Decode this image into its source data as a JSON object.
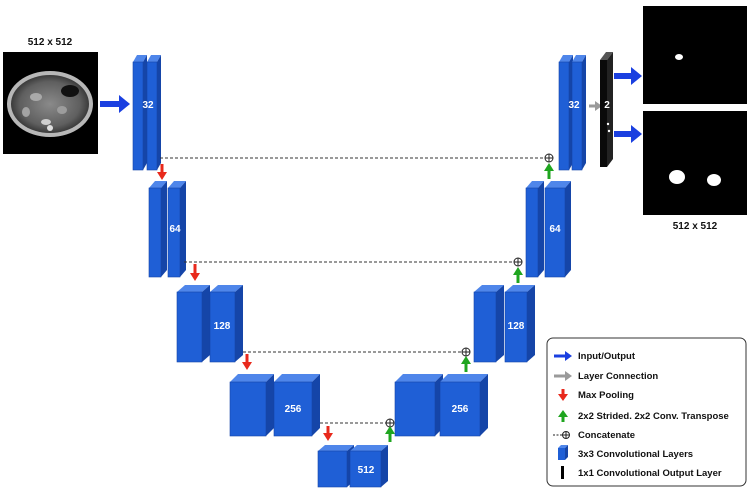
{
  "input": {
    "size_label": "512 x 512"
  },
  "output": {
    "size_label": "512 x 512",
    "channels_label": "2"
  },
  "encoder": [
    {
      "label": "32"
    },
    {
      "label": "64"
    },
    {
      "label": "128"
    },
    {
      "label": "256"
    }
  ],
  "bottleneck": {
    "label": "512"
  },
  "decoder": [
    {
      "label": "256"
    },
    {
      "label": "128"
    },
    {
      "label": "64"
    },
    {
      "label": "32"
    }
  ],
  "legend": {
    "items": [
      {
        "label": "Input/Output",
        "icon": "blue-arrow-icon"
      },
      {
        "label": "Layer Connection",
        "icon": "gray-arrow-icon"
      },
      {
        "label": "Max Pooling",
        "icon": "red-down-arrow-icon"
      },
      {
        "label": "2x2 Strided. 2x2 Conv. Transpose",
        "icon": "green-up-arrow-icon"
      },
      {
        "label": "Concatenate",
        "icon": "concatenate-icon"
      },
      {
        "label": "3x3 Convolutional Layers",
        "icon": "conv-block-icon"
      },
      {
        "label": "1x1 Convolutional Output Layer",
        "icon": "output-layer-icon"
      }
    ]
  },
  "colors": {
    "block_front": "#1f5fd6",
    "block_side": "#1545a8",
    "block_top": "#4f86ea",
    "io_arrow": "#1a3fe0",
    "connection_arrow": "#9a9a9a",
    "pool_arrow": "#e8291c",
    "up_arrow": "#1fa51f"
  }
}
